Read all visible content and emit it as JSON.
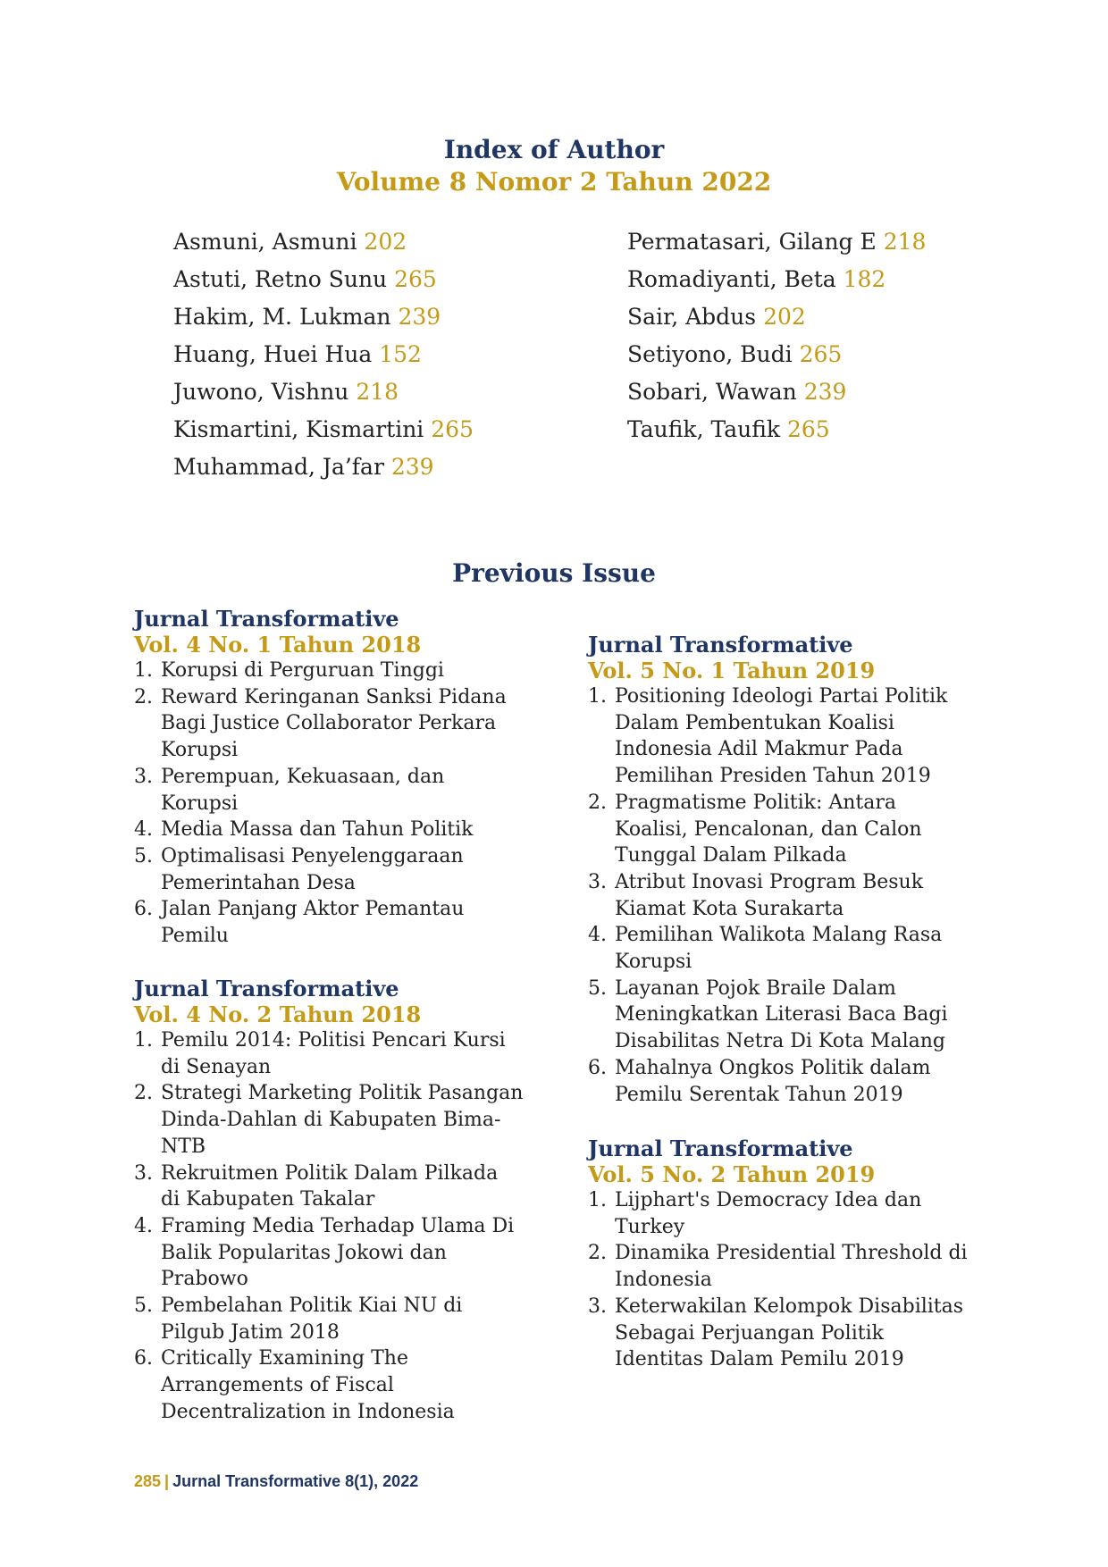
{
  "index": {
    "title": "Index of Author",
    "subtitle": "Volume 8 Nomor 2 Tahun 2022",
    "left": [
      {
        "name": "Asmuni, Asmuni",
        "page": "202"
      },
      {
        "name": "Astuti, Retno Sunu",
        "page": "265"
      },
      {
        "name": "Hakim, M. Lukman",
        "page": "239"
      },
      {
        "name": "Huang, Huei Hua",
        "page": "152"
      },
      {
        "name": "Juwono, Vishnu",
        "page": "218"
      },
      {
        "name": "Kismartini, Kismartini",
        "page": "265"
      },
      {
        "name": "Muhammad, Ja’far",
        "page": "239"
      }
    ],
    "right": [
      {
        "name": "Permatasari, Gilang E",
        "page": "218"
      },
      {
        "name": "Romadiyanti, Beta",
        "page": "182"
      },
      {
        "name": "Sair, Abdus",
        "page": "202"
      },
      {
        "name": "Setiyono, Budi",
        "page": "265"
      },
      {
        "name": "Sobari, Wawan",
        "page": "239"
      },
      {
        "name": "Taufik, Taufik",
        "page": "265"
      }
    ]
  },
  "previous": {
    "title": "Previous Issue",
    "issues": [
      {
        "journal": "Jurnal Transformative",
        "volume": "Vol. 4 No. 1 Tahun 2018",
        "items": [
          {
            "num": "1.",
            "lines": [
              "Korupsi di Perguruan Tinggi"
            ]
          },
          {
            "num": "2.",
            "lines": [
              "Reward Keringanan Sanksi Pidana",
              "Bagi Justice Collaborator Perkara",
              "Korupsi"
            ]
          },
          {
            "num": "3.",
            "lines": [
              "Perempuan, Kekuasaan, dan",
              "Korupsi"
            ]
          },
          {
            "num": "4.",
            "lines": [
              "Media Massa dan Tahun Politik"
            ]
          },
          {
            "num": "5.",
            "lines": [
              "Optimalisasi Penyelenggaraan",
              "Pemerintahan Desa"
            ]
          },
          {
            "num": "6.",
            "lines": [
              "Jalan Panjang Aktor Pemantau",
              "Pemilu"
            ]
          }
        ]
      },
      {
        "journal": "Jurnal Transformative",
        "volume": "Vol. 4 No. 2 Tahun 2018",
        "items": [
          {
            "num": "1.",
            "lines": [
              "Pemilu 2014: Politisi Pencari Kursi",
              "di Senayan"
            ]
          },
          {
            "num": "2.",
            "lines": [
              "Strategi Marketing Politik Pasangan",
              "Dinda-Dahlan di Kabupaten Bima-",
              "NTB"
            ]
          },
          {
            "num": "3.",
            "lines": [
              "Rekruitmen Politik Dalam Pilkada",
              "di Kabupaten Takalar"
            ]
          },
          {
            "num": "4.",
            "lines": [
              "Framing Media Terhadap Ulama Di",
              "Balik Popularitas Jokowi dan",
              "Prabowo"
            ]
          },
          {
            "num": "5.",
            "lines": [
              "Pembelahan Politik Kiai NU di",
              "Pilgub Jatim 2018"
            ]
          },
          {
            "num": "6.",
            "lines": [
              "Critically Examining The",
              "Arrangements of Fiscal",
              "Decentralization in Indonesia"
            ]
          }
        ]
      },
      {
        "journal": "Jurnal Transformative",
        "volume": "Vol. 5 No. 1 Tahun 2019",
        "items": [
          {
            "num": "1.",
            "lines": [
              "Positioning Ideologi Partai Politik",
              "Dalam Pembentukan Koalisi",
              "Indonesia Adil Makmur Pada",
              "Pemilihan Presiden Tahun 2019"
            ]
          },
          {
            "num": "2.",
            "lines": [
              "Pragmatisme Politik: Antara",
              "Koalisi, Pencalonan, dan Calon",
              "Tunggal Dalam Pilkada"
            ]
          },
          {
            "num": "3.",
            "lines": [
              "Atribut Inovasi Program Besuk",
              "Kiamat Kota Surakarta"
            ]
          },
          {
            "num": "4.",
            "lines": [
              "Pemilihan Walikota Malang Rasa",
              "Korupsi"
            ]
          },
          {
            "num": "5.",
            "lines": [
              "Layanan Pojok Braile Dalam",
              "Meningkatkan Literasi Baca Bagi",
              "Disabilitas Netra Di Kota Malang"
            ]
          },
          {
            "num": "6.",
            "lines": [
              "Mahalnya Ongkos Politik dalam",
              "Pemilu Serentak Tahun 2019"
            ]
          }
        ]
      },
      {
        "journal": "Jurnal Transformative",
        "volume": "Vol. 5 No. 2 Tahun 2019",
        "items": [
          {
            "num": "1.",
            "lines": [
              "Lijphart's Democracy Idea dan",
              "Turkey"
            ]
          },
          {
            "num": "2.",
            "lines": [
              "Dinamika Presidential Threshold di",
              "Indonesia"
            ]
          },
          {
            "num": "3.",
            "lines": [
              "Keterwakilan Kelompok Disabilitas",
              "Sebagai Perjuangan Politik",
              "Identitas Dalam Pemilu 2019"
            ]
          }
        ]
      }
    ]
  },
  "footer": {
    "page": "285",
    "separator": "|",
    "journal": "Jurnal Transformative 8(1), 2022"
  }
}
